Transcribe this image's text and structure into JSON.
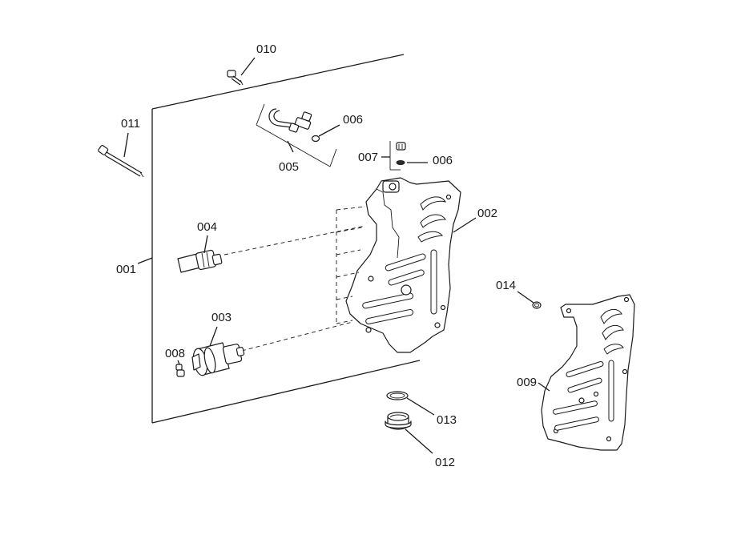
{
  "diagram": {
    "labels": {
      "p001": "001",
      "p002": "002",
      "p003": "003",
      "p004": "004",
      "p005": "005",
      "p006a": "006",
      "p006b": "006",
      "p007": "007",
      "p008": "008",
      "p009": "009",
      "p010": "010",
      "p011": "011",
      "p012": "012",
      "p013": "013",
      "p014": "014"
    }
  }
}
